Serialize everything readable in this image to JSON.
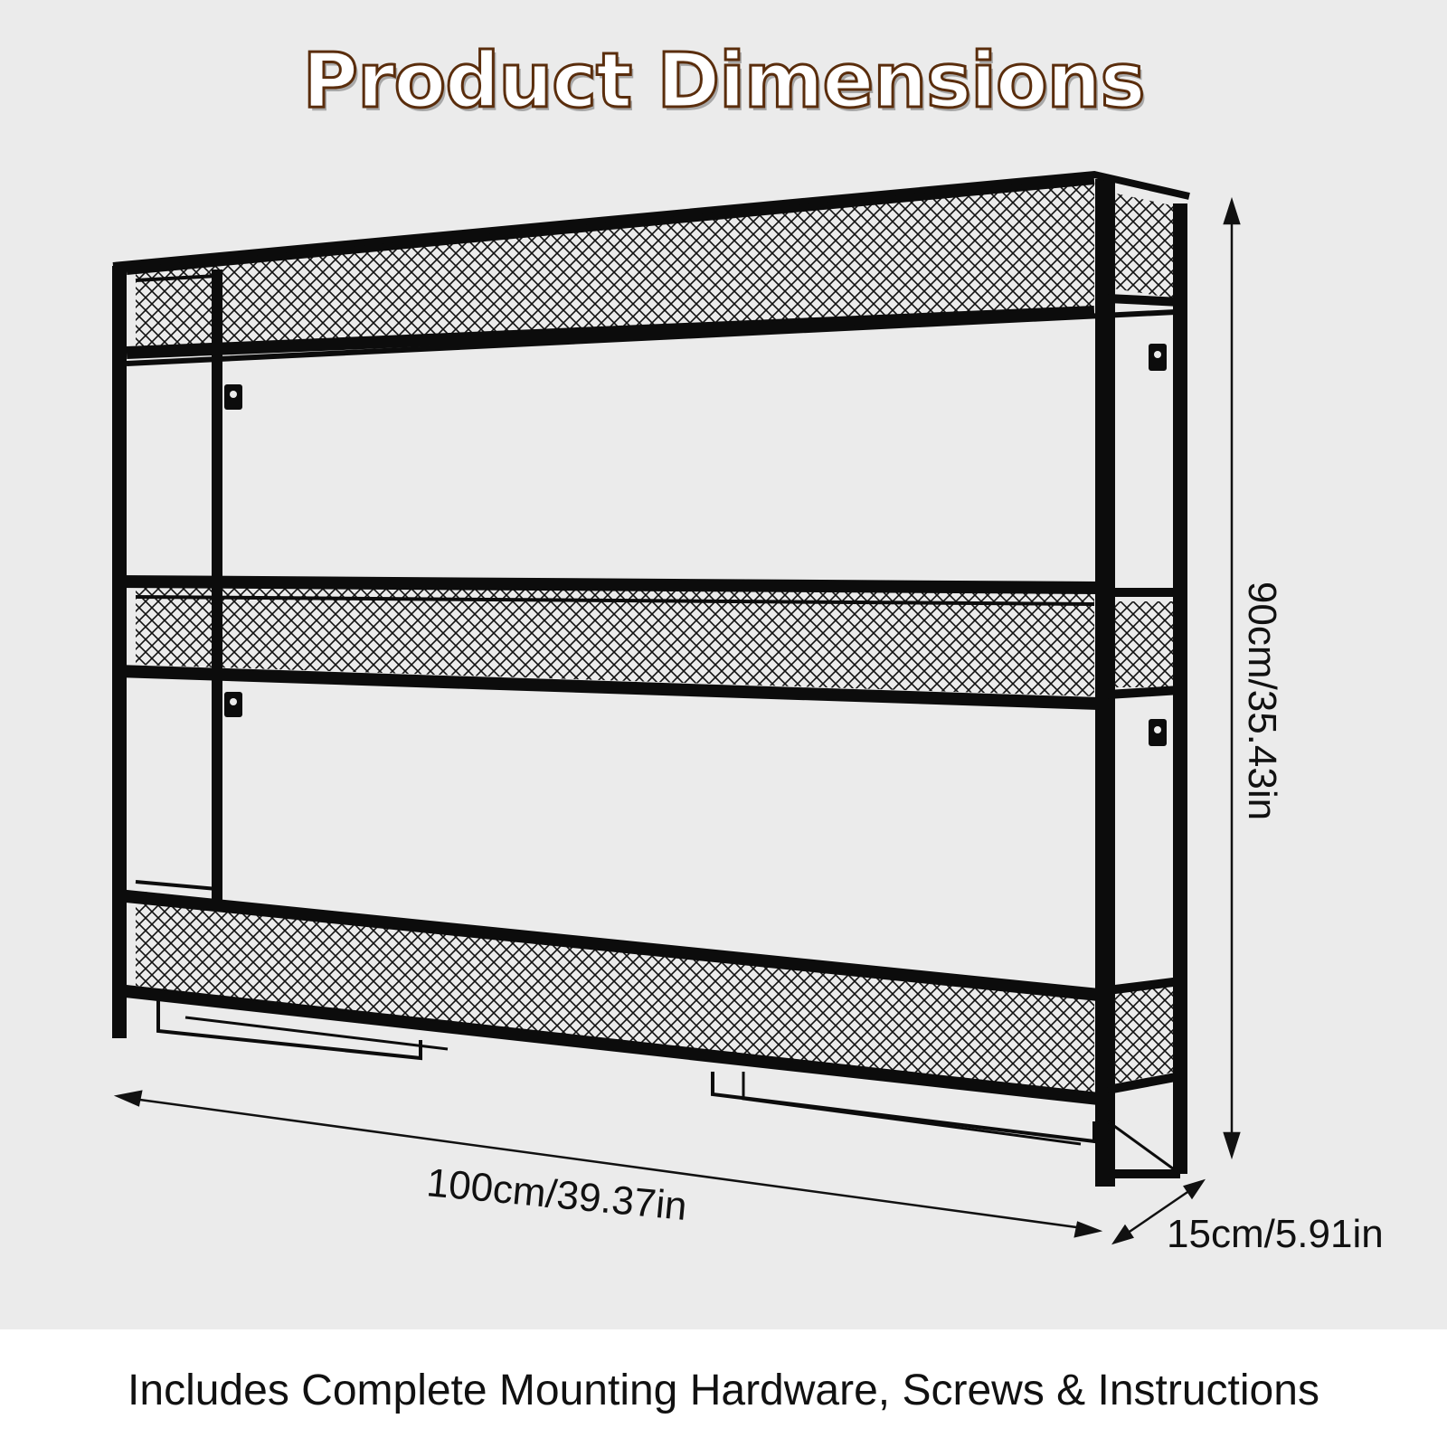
{
  "title": "Product Dimensions",
  "dimensions": {
    "width": "100cm/39.37in",
    "height": "90cm/35.43in",
    "depth": "15cm/5.91in"
  },
  "footer": "Includes Complete Mounting Hardware, Screws & Instructions",
  "colors": {
    "background": "#ebebeb",
    "title_fill": "#ffffff",
    "title_outline": "#5a2d0c",
    "shelf": "#111111"
  }
}
